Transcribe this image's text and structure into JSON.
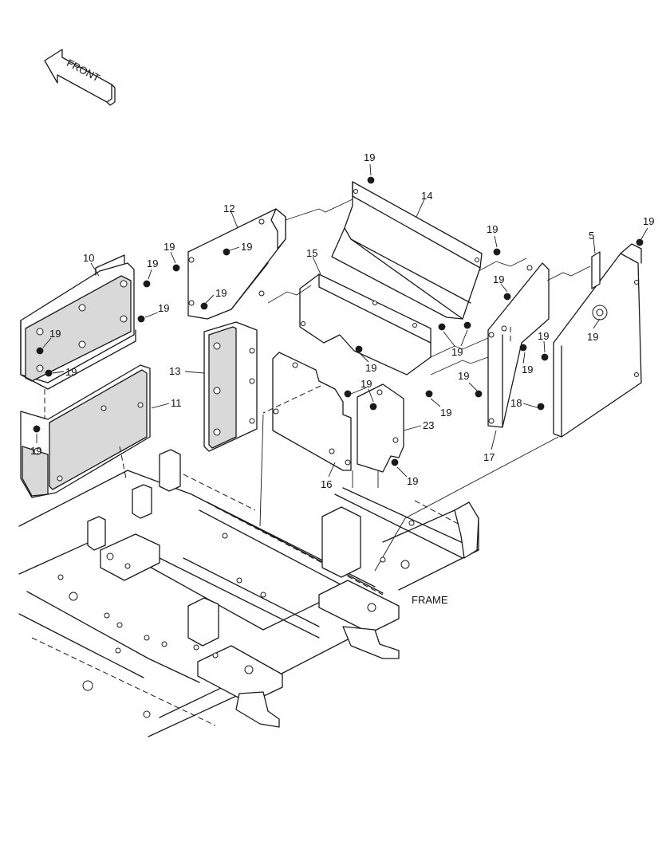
{
  "callouts": {
    "front": "FRONT",
    "frame": "FRAME",
    "n5": "5",
    "n10": "10",
    "n11": "11",
    "n12": "12",
    "n13": "13",
    "n14": "14",
    "n15": "15",
    "n16": "16",
    "n17": "17",
    "n18": "18",
    "n19": "19",
    "n23": "23"
  },
  "colors": {
    "line": "#1a1a1a",
    "panel_shade": "#d9d9d9",
    "background": "#ffffff"
  }
}
